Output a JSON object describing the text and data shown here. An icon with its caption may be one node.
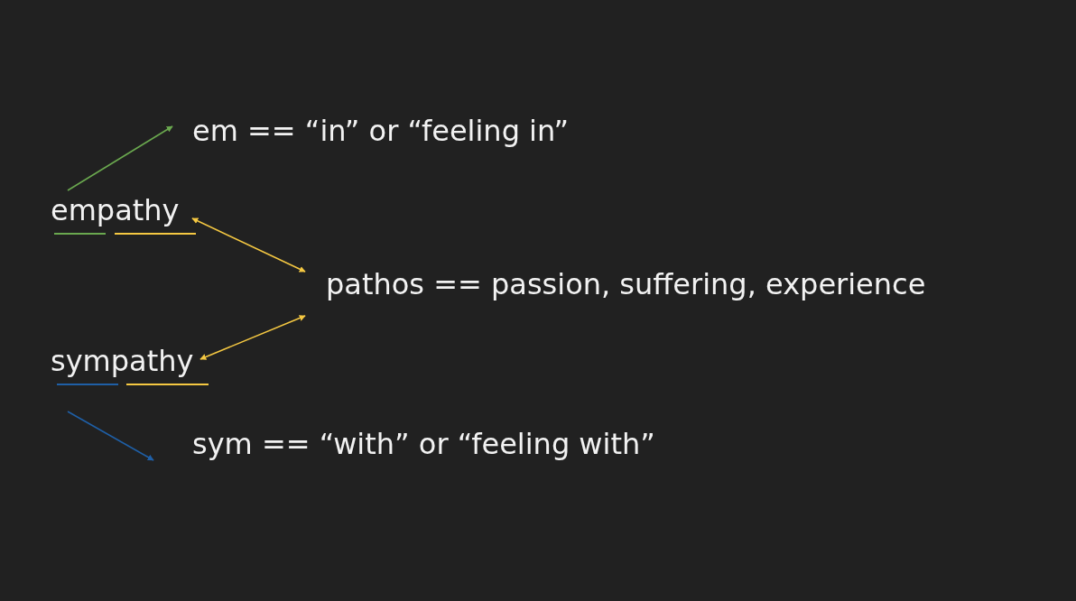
{
  "diagram": {
    "nodes": [
      {
        "text": [
          "em == “in” or “feeling in”"
        ]
      },
      {
        "text": [
          "empathy"
        ]
      },
      {
        "text": [
          "pathos == passion, suffering, experience"
        ]
      },
      {
        "text": [
          "sympathy"
        ]
      },
      {
        "text": [
          "sym == “with” or “feeling with”"
        ]
      }
    ],
    "edges": [
      {
        "from": 1,
        "to": 0,
        "arrow": "to",
        "color": "#6aa84f"
      },
      {
        "from": 1,
        "to": 2,
        "arrow": "both",
        "color": "#f5c842"
      },
      {
        "from": 3,
        "to": 2,
        "arrow": "both",
        "color": "#f5c842"
      },
      {
        "from": 3,
        "to": 4,
        "arrow": "to",
        "color": "#1f5fa6"
      }
    ]
  }
}
